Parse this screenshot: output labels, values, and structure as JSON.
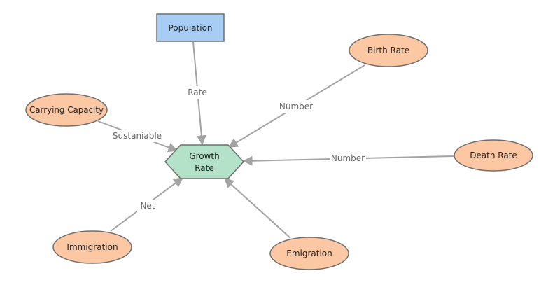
{
  "nodes": {
    "population": {
      "label": "Population",
      "fill": "#a8cdf4"
    },
    "growth_rate": {
      "label_line1": "Growth",
      "label_line2": "Rate",
      "fill": "#b3e2c8"
    },
    "birth_rate": {
      "label": "Birth Rate",
      "fill": "#fcc8a4"
    },
    "carrying_capacity": {
      "label": "Carrying Capacity",
      "fill": "#fcc8a4"
    },
    "death_rate": {
      "label": "Death Rate",
      "fill": "#fcc8a4"
    },
    "immigration": {
      "label": "Immigration",
      "fill": "#fcc8a4"
    },
    "emigration": {
      "label": "Emigration",
      "fill": "#fcc8a4"
    }
  },
  "edges": {
    "population_to_growth": {
      "label": "Rate"
    },
    "birth_to_growth": {
      "label": "Number"
    },
    "capacity_to_growth": {
      "label": "Sustaniable"
    },
    "death_to_growth": {
      "label": "Number"
    },
    "immigration_to_growth": {
      "label": "Net"
    },
    "emigration_to_growth": {
      "label": ""
    }
  },
  "colors": {
    "edge": "#a3a3a3",
    "node_border": "#6e6e6e",
    "edge_label": "#666666"
  }
}
